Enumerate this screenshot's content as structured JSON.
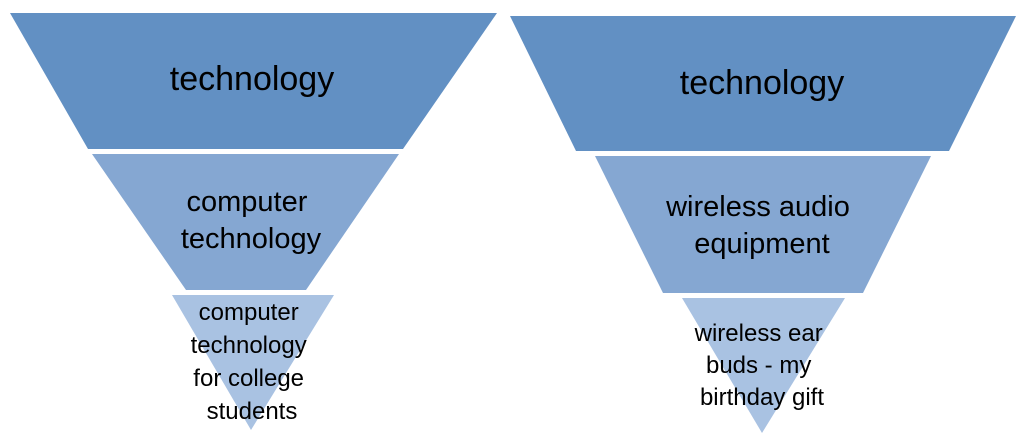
{
  "funnels": [
    {
      "name": "left-funnel",
      "segments": [
        {
          "lines": [
            "technology"
          ]
        },
        {
          "lines": [
            "computer",
            "technology"
          ]
        },
        {
          "lines": [
            "computer",
            "technology",
            "for college",
            "students"
          ]
        }
      ]
    },
    {
      "name": "right-funnel",
      "segments": [
        {
          "lines": [
            "technology"
          ]
        },
        {
          "lines": [
            "wireless audio",
            "equipment"
          ]
        },
        {
          "lines": [
            "wireless ear",
            "buds - my",
            "birthday gift"
          ]
        }
      ]
    }
  ],
  "colors": {
    "top": "#6290c3",
    "middle": "#85a7d2",
    "bottom": "#a9c2e2",
    "divider": "#ffffff",
    "text": "#000000"
  }
}
